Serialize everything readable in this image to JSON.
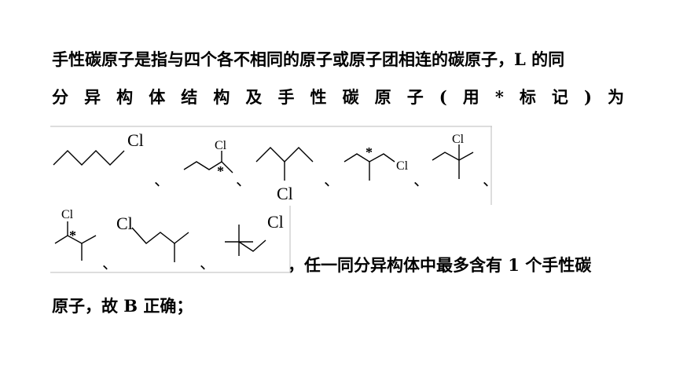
{
  "text": {
    "line1": "手性碳原子是指与四个各不相同的原子或原子团相连的碳原子，L 的同",
    "line2_tokens": [
      "分",
      "异",
      "构",
      "体",
      "结",
      "构",
      "及",
      "手",
      "性",
      "碳",
      "原",
      "子",
      "(",
      "用",
      "*",
      "标",
      "记",
      ")",
      "为"
    ],
    "line3": "，任一同分异构体中最多含有 1 个手性碳",
    "line4": "原子，故 B 正确；"
  },
  "figure": {
    "chlorine_label": "Cl",
    "chiral_mark": "*",
    "separator": "、"
  }
}
